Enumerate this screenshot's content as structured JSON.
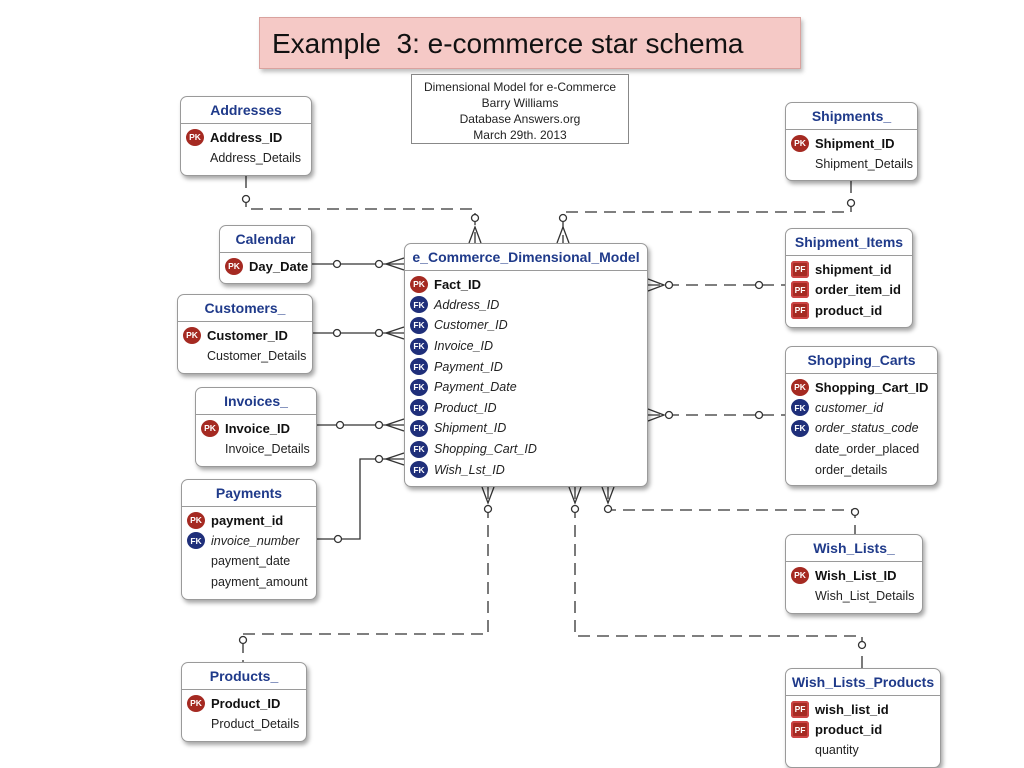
{
  "slide_title": "Example  3: e-commerce star schema",
  "info_box": {
    "lines": [
      "Dimensional Model for e-Commerce",
      "Barry Williams",
      "Database Answers.org",
      "March 29th. 2013"
    ]
  },
  "entities": {
    "addresses": {
      "name": "Addresses",
      "attrs": [
        {
          "key": "PK",
          "name": "Address_ID",
          "style": "bold"
        },
        {
          "key": "",
          "name": "Address_Details",
          "style": "normal"
        }
      ]
    },
    "calendar": {
      "name": "Calendar",
      "attrs": [
        {
          "key": "PK",
          "name": "Day_Date",
          "style": "bold"
        }
      ]
    },
    "customers": {
      "name": "Customers_",
      "attrs": [
        {
          "key": "PK",
          "name": "Customer_ID",
          "style": "bold"
        },
        {
          "key": "",
          "name": "Customer_Details",
          "style": "normal"
        }
      ]
    },
    "invoices": {
      "name": "Invoices_",
      "attrs": [
        {
          "key": "PK",
          "name": "Invoice_ID",
          "style": "bold"
        },
        {
          "key": "",
          "name": "Invoice_Details",
          "style": "normal"
        }
      ]
    },
    "payments": {
      "name": "Payments",
      "attrs": [
        {
          "key": "PK",
          "name": "payment_id",
          "style": "bold"
        },
        {
          "key": "FK",
          "name": "invoice_number",
          "style": "italic"
        },
        {
          "key": "",
          "name": "payment_date",
          "style": "normal"
        },
        {
          "key": "",
          "name": "payment_amount",
          "style": "normal"
        }
      ]
    },
    "products": {
      "name": "Products_",
      "attrs": [
        {
          "key": "PK",
          "name": "Product_ID",
          "style": "bold"
        },
        {
          "key": "",
          "name": "Product_Details",
          "style": "normal"
        }
      ]
    },
    "fact": {
      "name": "e_Commerce_Dimensional_Model",
      "attrs": [
        {
          "key": "PK",
          "name": "Fact_ID",
          "style": "bold"
        },
        {
          "key": "FK",
          "name": "Address_ID",
          "style": "italic"
        },
        {
          "key": "FK",
          "name": "Customer_ID",
          "style": "italic"
        },
        {
          "key": "FK",
          "name": "Invoice_ID",
          "style": "italic"
        },
        {
          "key": "FK",
          "name": "Payment_ID",
          "style": "italic"
        },
        {
          "key": "FK",
          "name": "Payment_Date",
          "style": "italic"
        },
        {
          "key": "FK",
          "name": "Product_ID",
          "style": "italic"
        },
        {
          "key": "FK",
          "name": "Shipment_ID",
          "style": "italic"
        },
        {
          "key": "FK",
          "name": "Shopping_Cart_ID",
          "style": "italic"
        },
        {
          "key": "FK",
          "name": "Wish_Lst_ID",
          "style": "italic"
        }
      ]
    },
    "shipments": {
      "name": "Shipments_",
      "attrs": [
        {
          "key": "PK",
          "name": "Shipment_ID",
          "style": "bold"
        },
        {
          "key": "",
          "name": "Shipment_Details",
          "style": "normal"
        }
      ]
    },
    "shipment_items": {
      "name": "Shipment_Items",
      "attrs": [
        {
          "key": "PF",
          "name": "shipment_id",
          "style": "bold"
        },
        {
          "key": "PF",
          "name": "order_item_id",
          "style": "bold"
        },
        {
          "key": "PF",
          "name": "product_id",
          "style": "bold"
        }
      ]
    },
    "shopping_carts": {
      "name": "Shopping_Carts",
      "attrs": [
        {
          "key": "PK",
          "name": "Shopping_Cart_ID",
          "style": "bold"
        },
        {
          "key": "FK",
          "name": "customer_id",
          "style": "italic"
        },
        {
          "key": "FK",
          "name": "order_status_code",
          "style": "italic"
        },
        {
          "key": "",
          "name": "date_order_placed",
          "style": "normal"
        },
        {
          "key": "",
          "name": "order_details",
          "style": "normal"
        }
      ]
    },
    "wish_lists": {
      "name": "Wish_Lists_",
      "attrs": [
        {
          "key": "PK",
          "name": "Wish_List_ID",
          "style": "bold"
        },
        {
          "key": "",
          "name": "Wish_List_Details",
          "style": "normal"
        }
      ]
    },
    "wish_lists_products": {
      "name": "Wish_Lists_Products",
      "attrs": [
        {
          "key": "PF",
          "name": "wish_list_id",
          "style": "bold"
        },
        {
          "key": "PF",
          "name": "product_id",
          "style": "bold"
        },
        {
          "key": "",
          "name": "quantity",
          "style": "normal"
        }
      ]
    }
  },
  "colors": {
    "entity_title": "#1f3a8a",
    "pk_badge": "#a52a22",
    "fk_badge": "#1f2f7a",
    "title_box_fill": "#f5c9c6"
  }
}
